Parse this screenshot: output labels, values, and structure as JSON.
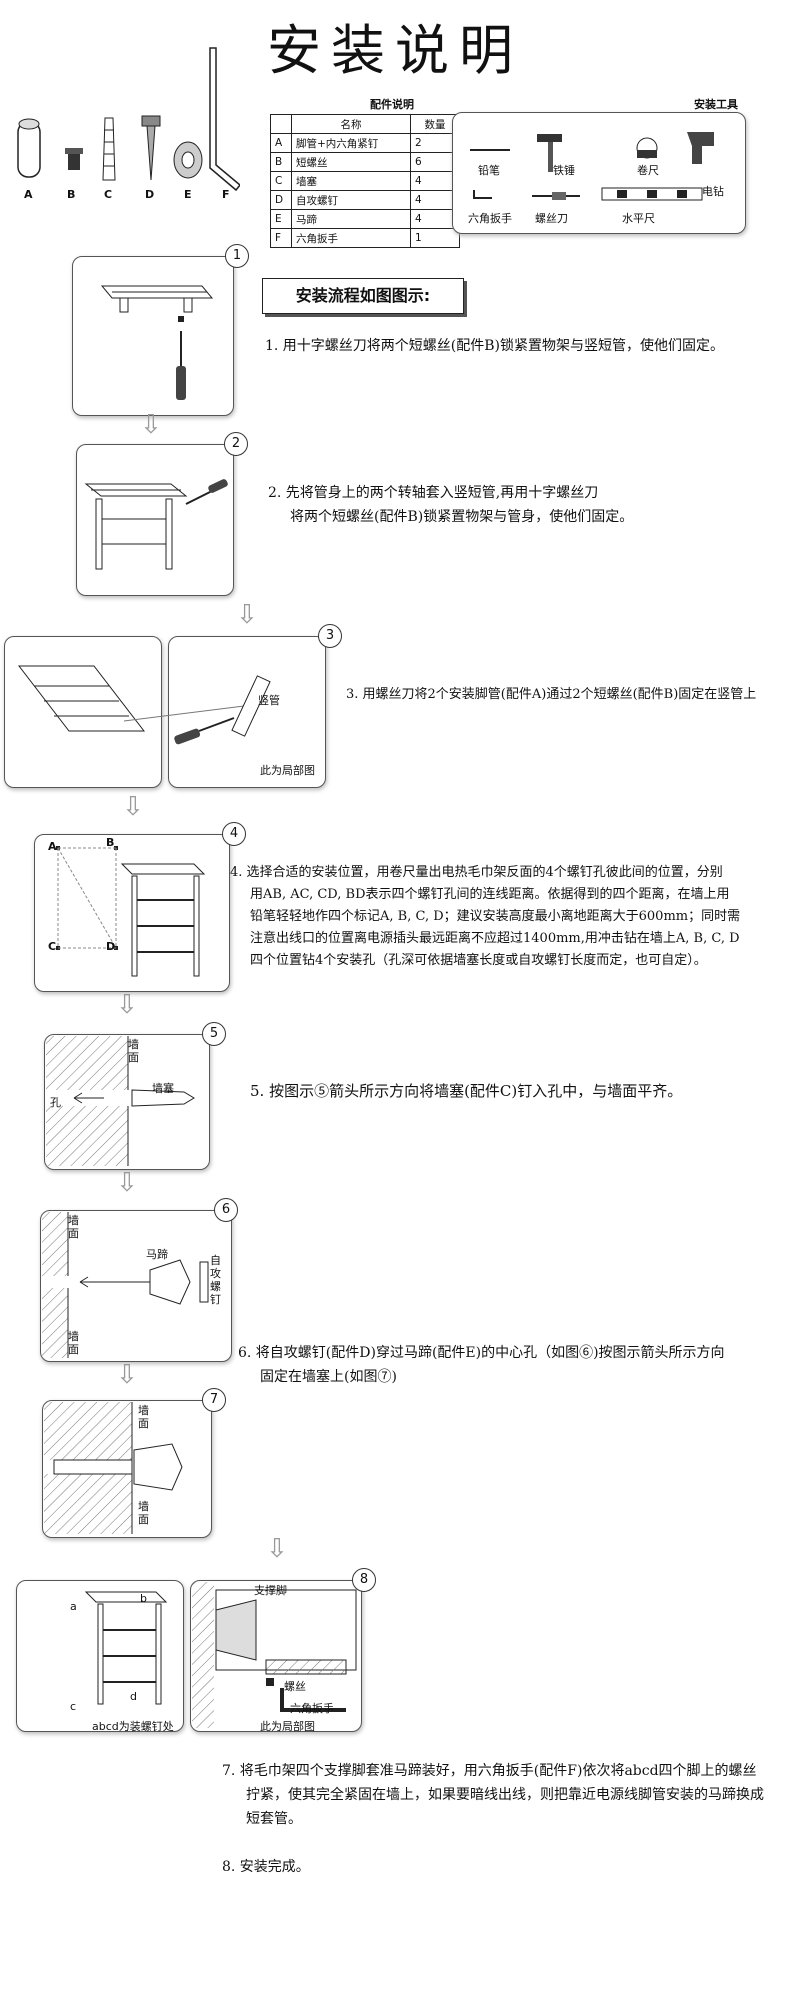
{
  "title": "安装说明",
  "parts": {
    "heading": "配件说明",
    "col_name": "名称",
    "col_qty": "数量",
    "rows": [
      {
        "code": "A",
        "name": "脚管+内六角紧钉",
        "qty": "2"
      },
      {
        "code": "B",
        "name": "短螺丝",
        "qty": "6"
      },
      {
        "code": "C",
        "name": "墙塞",
        "qty": "4"
      },
      {
        "code": "D",
        "name": "自攻螺钉",
        "qty": "4"
      },
      {
        "code": "E",
        "name": "马蹄",
        "qty": "4"
      },
      {
        "code": "F",
        "name": "六角扳手",
        "qty": "1"
      }
    ],
    "illus_labels": [
      "A",
      "B",
      "C",
      "D",
      "E",
      "F"
    ]
  },
  "tools": {
    "heading": "安装工具",
    "items": [
      "铅笔",
      "铁锤",
      "卷尺",
      "电钻",
      "六角扳手",
      "螺丝刀",
      "水平尺"
    ]
  },
  "flow_banner": "安装流程如图图示:",
  "steps": [
    {
      "num": "1",
      "text": "1. 用十字螺丝刀将两个短螺丝(配件B)锁紧置物架与竖短管，使他们固定。"
    },
    {
      "num": "2",
      "text_l1": "2. 先将管身上的两个转轴套入竖短管,再用十字螺丝刀",
      "text_l2": "将两个短螺丝(配件B)锁紧置物架与管身，使他们固定。"
    },
    {
      "num": "3",
      "text": "3. 用螺丝刀将2个安装脚管(配件A)通过2个短螺丝(配件B)固定在竖管上",
      "label_pipe": "竖管",
      "caption": "此为局部图"
    },
    {
      "num": "4",
      "text_l1": "4. 选择合适的安装位置，用卷尺量出电热毛巾架反面的4个螺钉孔彼此间的位置，分别",
      "text_l2": "用AB, AC, CD, BD表示四个螺钉孔间的连线距离。依据得到的四个距离，在墙上用",
      "text_l3": "铅笔轻轻地作四个标记A, B, C, D；建议安装高度最小离地距离大于600mm；同时需",
      "text_l4": "注意出线口的位置离电源插头最远距离不应超过1400mm,用冲击钻在墙上A, B, C, D",
      "text_l5": "四个位置钻4个安装孔（孔深可依据墙塞长度或自攻螺钉长度而定，也可自定）。",
      "pt_a": "A",
      "pt_b": "B",
      "pt_c": "C",
      "pt_d": "D"
    },
    {
      "num": "5",
      "text": "5. 按图示⑤箭头所示方向将墙塞(配件C)钉入孔中，与墙面平齐。",
      "label_wall": "墙面",
      "label_plug": "墙塞",
      "label_hole": "孔"
    },
    {
      "num": "6",
      "text_l1": "6. 将自攻螺钉(配件D)穿过马蹄(配件E)的中心孔（如图⑥)按图示箭头所示方向",
      "text_l2": "固定在墙塞上(如图⑦)",
      "label_wall_top": "墙面",
      "label_wall_bottom": "墙面",
      "label_hoof": "马蹄",
      "label_screw": "自攻螺钉"
    },
    {
      "num": "7",
      "label_wall_top": "墙面",
      "label_wall_bottom": "墙面"
    },
    {
      "num": "8",
      "text_l1": "7. 将毛巾架四个支撑脚套准马蹄装好，用六角扳手(配件F)依次将abcd四个脚上的螺丝",
      "text_l2": "拧紧，使其完全紧固在墙上，如果要暗线出线，则把靠近电源线脚管安装的马蹄换成",
      "text_l3": "短套管。",
      "label_leg": "支撑脚",
      "label_screw": "螺丝",
      "label_wrench": "六角扳手",
      "caption_left": "abcd为装螺钉处",
      "caption_right": "此为局部图",
      "pts": [
        "a",
        "b",
        "c",
        "d"
      ]
    }
  ],
  "final_step": "8. 安装完成。"
}
